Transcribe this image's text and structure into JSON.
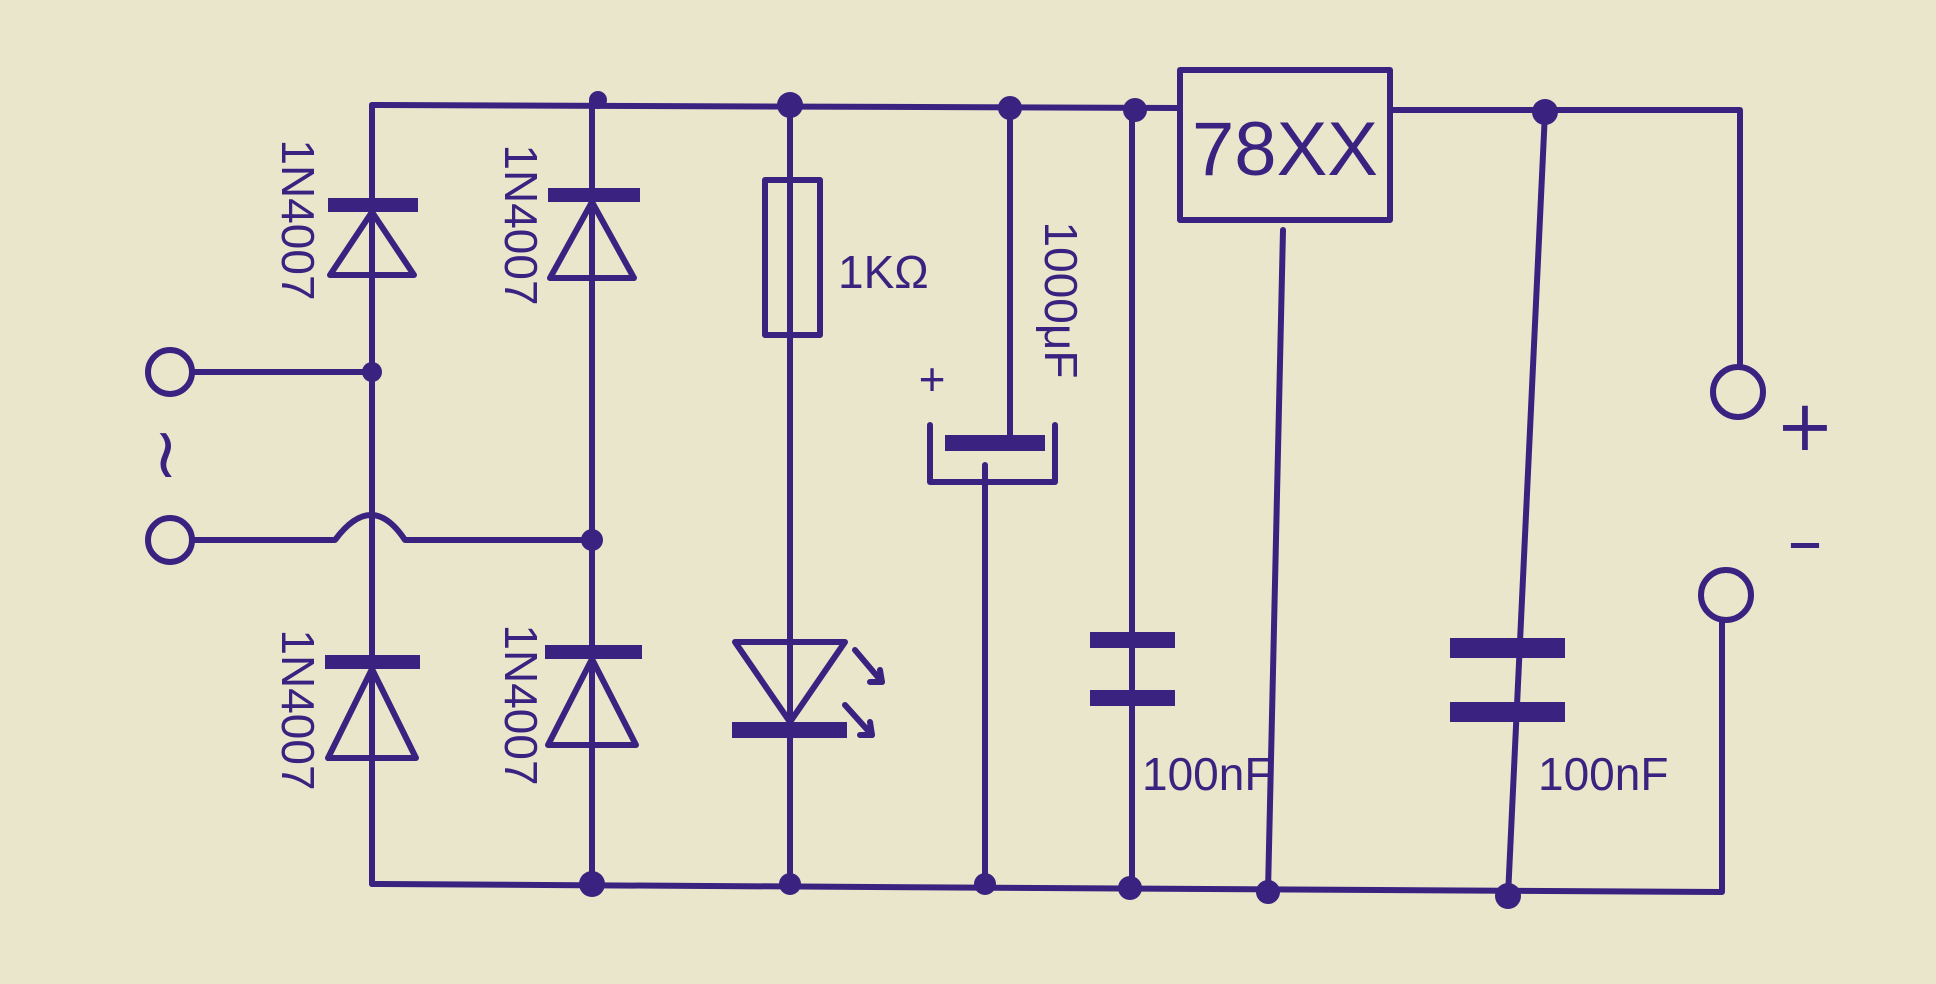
{
  "components": {
    "diode_label": "1N4007",
    "resistor_label": "1KΩ",
    "electrolytic_label": "1000μF",
    "electrolytic_polarity": "+",
    "ceramic_label": "100nF",
    "regulator_label": "78XX",
    "ac_input_symbol": "~",
    "output_plus": "+",
    "output_minus": "–"
  },
  "colors": {
    "ink": "#3a2280",
    "paper": "#eae6cc"
  }
}
